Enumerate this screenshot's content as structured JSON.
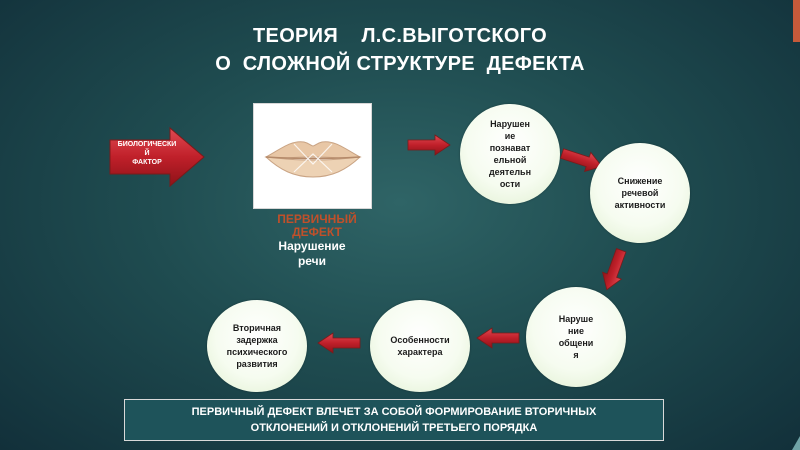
{
  "title": {
    "line1": "ТЕОРИЯ    Л.С.ВЫГОТСКОГО",
    "line2": "О  СЛОЖНОЙ СТРУКТУРЕ  ДЕФЕКТА"
  },
  "biological_factor": "БИОЛОГИЧЕСКИ\nЙ\nФАКТОР",
  "primary_defect": {
    "label": "ПЕРВИЧНЫЙ\nДЕФЕКТ",
    "description": "Нарушение\nречи",
    "image_icon": "lips-icon"
  },
  "nodes": [
    {
      "id": "cognitive",
      "text": "Нарушен\nие\nпознават\nельной\nдеятельн\nости"
    },
    {
      "id": "speech_activity",
      "text": "Снижение\nречевой\nактивности"
    },
    {
      "id": "communication",
      "text": "Наруше\nние\nобщени\nя"
    },
    {
      "id": "character",
      "text": "Особенности\nхарактера"
    },
    {
      "id": "delay",
      "text": "Вторичная\nзадержка\nпсихического\nразвития"
    }
  ],
  "footer": "ПЕРВИЧНЫЙ ДЕФЕКТ ВЛЕЧЕТ ЗА СОБОЙ ФОРМИРОВАНИЕ ВТОРИЧНЫХ\nОТКЛОНЕНИЙ И ОТКЛОНЕНИЙ ТРЕТЬЕГО ПОРЯДКА",
  "colors": {
    "background": "#1f4c50",
    "arrow_red": "#c0202a",
    "primary_label": "#c0502a",
    "circle_fill": "#f6fcf0",
    "footer_box": "#1e535a",
    "accent_corner": "#c65a3a"
  }
}
